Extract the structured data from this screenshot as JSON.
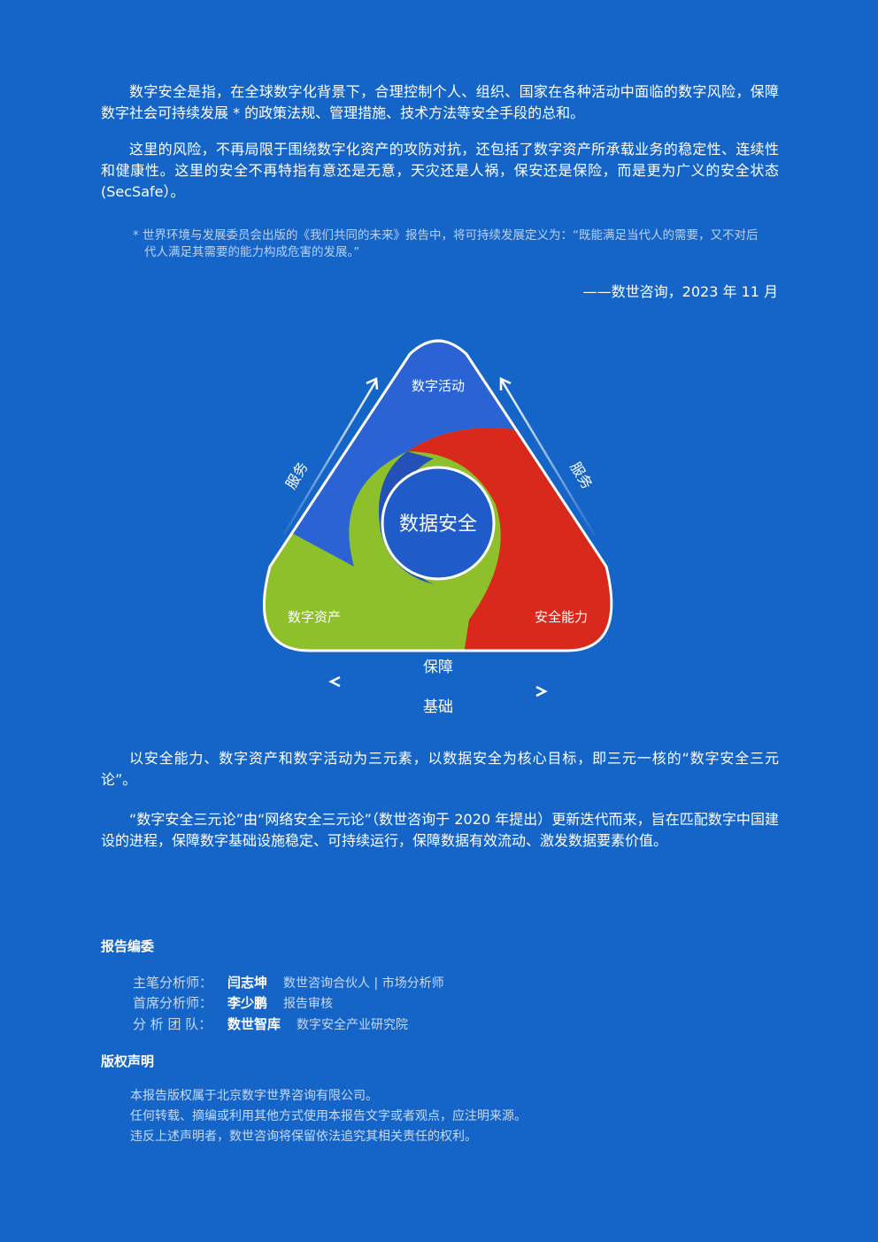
{
  "intro": {
    "p1": "数字安全是指，在全球数字化背景下，合理控制个人、组织、国家在各种活动中面临的数字风险，保障数字社会可持续发展 * 的政策法规、管理措施、技术方法等安全手段的总和。",
    "p2": "这里的风险，不再局限于围绕数字化资产的攻防对抗，还包括了数字资产所承载业务的稳定性、连续性和健康性。这里的安全不再特指有意还是无意，天灾还是人祸，保安还是保险，而是更为广义的安全状态 (SecSafe）。",
    "footnote": "* 世界环境与发展委员会出版的《我们共同的未来》报告中，将可持续发展定义为：“既能满足当代人的需要，又不对后代人满足其需要的能力构成危害的发展。”",
    "signature": "——数世咨询，2023 年 11 月"
  },
  "diagram": {
    "center": "数据安全",
    "top": "数字活动",
    "bottom_left": "数字资产",
    "bottom_right": "安全能力",
    "left_arrow": "服务",
    "right_arrow": "服务",
    "bottom_upper": "保障",
    "bottom_lower": "基础",
    "colors": {
      "blue": "#2b63d4",
      "red": "#d9291c",
      "green": "#8dc02a",
      "outline": "#ffffff"
    }
  },
  "body": {
    "p3": "以安全能力、数字资产和数字活动为三元素，以数据安全为核心目标，即三元一核的“数字安全三元论”。",
    "p4": "“数字安全三元论”由“网络安全三元论”（数世咨询于 2020 年提出）更新迭代而来，旨在匹配数字中国建设的进程，保障数字基础设施稳定、可持续运行，保障数据有效流动、激发数据要素价值。"
  },
  "editorial": {
    "title": "报告编委",
    "rows": [
      {
        "role": "主笔分析师：",
        "name": "闫志坤",
        "desc": "数世咨询合伙人 | 市场分析师"
      },
      {
        "role": "首席分析师：",
        "name": "李少鹏",
        "desc": "报告审核"
      },
      {
        "role": "分 析 团 队：",
        "name": "数世智库",
        "desc": "数字安全产业研究院"
      }
    ]
  },
  "copyright": {
    "title": "版权声明",
    "lines": [
      "本报告版权属于北京数字世界咨询有限公司。",
      "任何转载、摘编或利用其他方式使用本报告文字或者观点，应注明来源。",
      "违反上述声明者，数世咨询将保留依法追究其相关责任的权利。"
    ]
  }
}
